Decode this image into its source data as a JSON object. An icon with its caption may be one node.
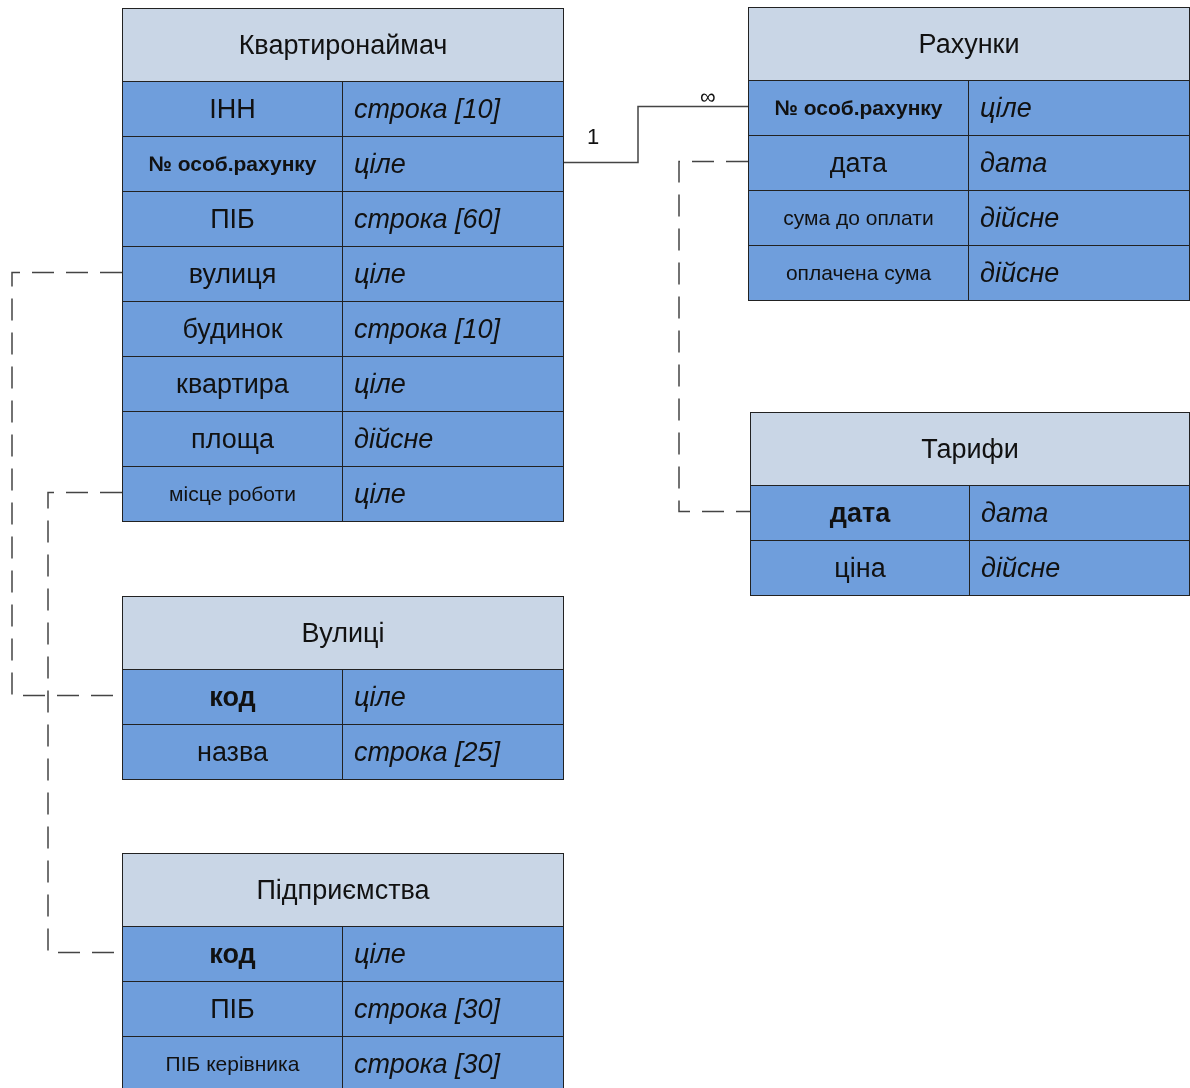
{
  "diagram": {
    "nodes": [
      {
        "text": [
          "Квартиронаймач"
        ]
      },
      {
        "text": [
          "ІНН",
          "строка [10]"
        ],
        "in": 0
      },
      {
        "text": [
          "№ особ.рахунку",
          "ціле"
        ],
        "in": 0
      },
      {
        "text": [
          "ПІБ",
          "строка [60]"
        ],
        "in": 0
      },
      {
        "text": [
          "вулиця",
          "ціле"
        ],
        "in": 0
      },
      {
        "text": [
          "будинок",
          "строка [10]"
        ],
        "in": 0
      },
      {
        "text": [
          "квартира",
          "ціле"
        ],
        "in": 0
      },
      {
        "text": [
          "площа",
          "дійсне"
        ],
        "in": 0
      },
      {
        "text": [
          "місце роботи",
          "ціле"
        ],
        "in": 0
      },
      {
        "text": [
          "Рахунки"
        ]
      },
      {
        "text": [
          "№ особ.рахунку",
          "ціле"
        ],
        "in": 9
      },
      {
        "text": [
          "дата",
          "дата"
        ],
        "in": 9
      },
      {
        "text": [
          "сума до оплати",
          "дійсне"
        ],
        "in": 9
      },
      {
        "text": [
          "оплачена сума",
          "дійсне"
        ],
        "in": 9
      },
      {
        "text": [
          "Тарифи"
        ]
      },
      {
        "text": [
          "дата",
          "дата"
        ],
        "in": 14
      },
      {
        "text": [
          "ціна",
          "дійсне"
        ],
        "in": 14
      },
      {
        "text": [
          "Вулиці"
        ]
      },
      {
        "text": [
          "код",
          "ціле"
        ],
        "in": 17
      },
      {
        "text": [
          "назва",
          "строка [25]"
        ],
        "in": 17
      },
      {
        "text": [
          "Підприємства"
        ]
      },
      {
        "text": [
          "код",
          "ціле"
        ],
        "in": 20
      },
      {
        "text": [
          "ПІБ",
          "строка [30]"
        ],
        "in": 20
      },
      {
        "text": [
          "ПІБ керівника",
          "строка [30]"
        ],
        "in": 20
      }
    ],
    "edges": [
      {
        "from": 2,
        "to": 10,
        "arrow": "none"
      },
      {
        "from": 4,
        "to": 18,
        "arrow": "none",
        "style": "dashed"
      },
      {
        "from": 8,
        "to": 21,
        "arrow": "none",
        "style": "dashed"
      },
      {
        "from": 11,
        "to": 15,
        "arrow": "none",
        "style": "dashed"
      }
    ],
    "labels": [
      "1",
      "∞"
    ]
  }
}
